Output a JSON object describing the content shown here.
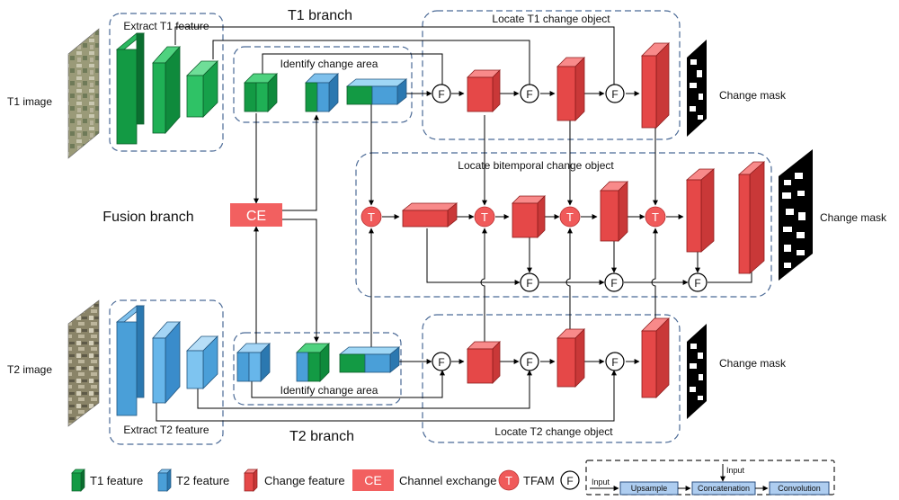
{
  "branches": {
    "t1": "T1 branch",
    "t2": "T2 branch",
    "fusion": "Fusion branch"
  },
  "inputs": {
    "t1": "T1 image",
    "t2": "T2 image"
  },
  "regions": {
    "extract_t1": "Extract T1 feature",
    "extract_t2": "Extract T2 feature",
    "identify_top": "Identify change area",
    "identify_bottom": "Identify change area",
    "locate_t1": "Locate T1 change object",
    "locate_t2": "Locate T2 change object",
    "locate_bi": "Locate bitemporal change object"
  },
  "nodes": {
    "ce": "CE",
    "f": "F",
    "t": "T"
  },
  "outputs": {
    "mask_t1": "Change mask",
    "mask_bi": "Change mask",
    "mask_t2": "Change mask"
  },
  "legend": {
    "t1_feature": "T1 feature",
    "t2_feature": "T2 feature",
    "change_feature": "Change feature",
    "ce_label": "CE",
    "channel_exchange": "Channel exchange",
    "t_label": "T",
    "tfam": "TFAM",
    "f_label": "F",
    "input_left": "Input",
    "input_top": "Input",
    "upsample": "Upsample",
    "concatenation": "Concatenation",
    "convolution": "Convolution"
  },
  "colors": {
    "t1_green": "#139a44",
    "t2_blue": "#4a9fd8",
    "change_red": "#f05a5a",
    "ce_red": "#f26060",
    "region_border": "#4b6a96"
  }
}
